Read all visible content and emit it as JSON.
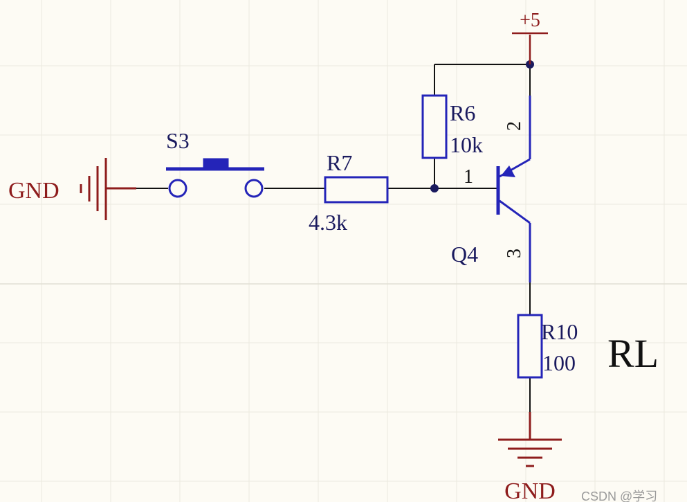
{
  "colors": {
    "background": "#fdfbf4",
    "grid": "#ece9df",
    "component": "#2424b8",
    "power": "#8e1c1c",
    "wire": "#111111",
    "text_dark": "#111111",
    "watermark": "#9a9a9a"
  },
  "power": {
    "vcc_label": "+5",
    "gnd_left_label": "GND",
    "gnd_bottom_label": "GND"
  },
  "components": {
    "switch": {
      "designator": "S3"
    },
    "r7": {
      "designator": "R7",
      "value": "4.3k"
    },
    "r6": {
      "designator": "R6",
      "value": "10k"
    },
    "q4": {
      "designator": "Q4",
      "pin_base": "1",
      "pin_emitter": "2",
      "pin_collector": "3"
    },
    "r10": {
      "designator": "R10",
      "value": "100",
      "note": "RL"
    }
  },
  "watermark": "CSDN @学习"
}
